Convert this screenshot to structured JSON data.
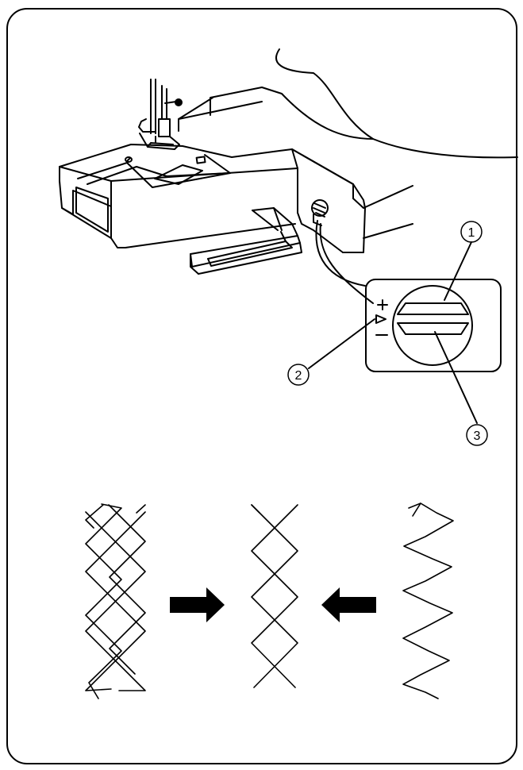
{
  "callouts": {
    "c1": "1",
    "c2": "2",
    "c3": "3"
  },
  "dial": {
    "plus": "+",
    "minus": "—",
    "marker": "▷"
  },
  "colors": {
    "ink": "#000000",
    "paper": "#ffffff"
  },
  "icons": {
    "arrow_right": "arrow-right-icon",
    "arrow_left": "arrow-left-icon"
  }
}
